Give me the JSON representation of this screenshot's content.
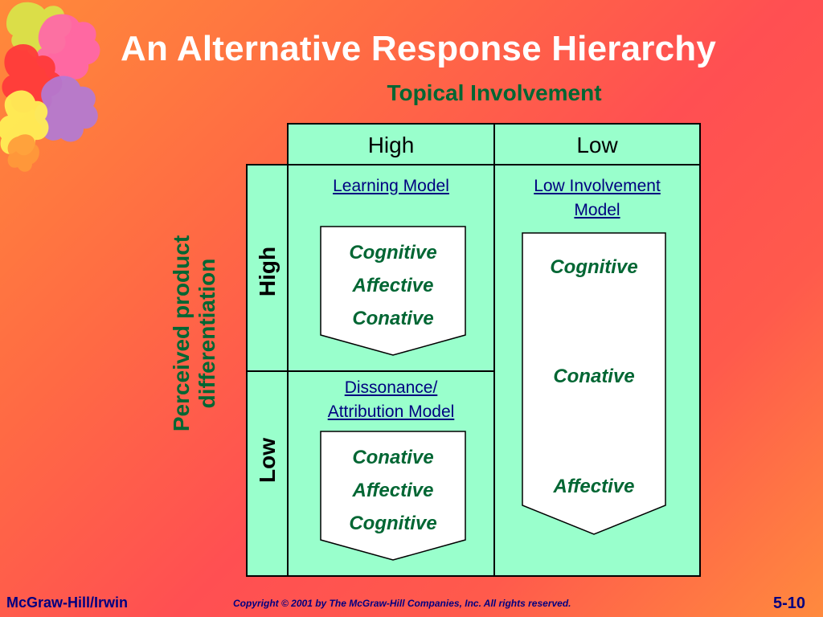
{
  "slide": {
    "title": "An Alternative Response Hierarchy",
    "subtitle": "Topical Involvement"
  },
  "axes": {
    "columns": [
      "High",
      "Low"
    ],
    "rows": [
      "High",
      "Low"
    ],
    "row_axis_label": [
      "Perceived product",
      "differentiation"
    ]
  },
  "models": {
    "learning": {
      "title": [
        "Learning Model"
      ],
      "stages": [
        "Cognitive",
        "Affective",
        "Conative"
      ]
    },
    "low_involvement": {
      "title": [
        "Low Involvement",
        "Model"
      ],
      "stages": [
        "Cognitive",
        "Conative",
        "Affective"
      ]
    },
    "dissonance": {
      "title": [
        "Dissonance/",
        "Attribution Model"
      ],
      "stages": [
        "Conative",
        "Affective",
        "Cognitive"
      ]
    }
  },
  "footer": {
    "publisher": "McGraw-Hill/Irwin",
    "copyright": "Copyright © 2001 by The McGraw-Hill Companies, Inc.  All rights reserved.",
    "page": "5-10"
  },
  "colors": {
    "cell_fill": "#99ffcc",
    "title_text": "#ffffff",
    "subtitle_text": "#006633",
    "model_title_text": "#000080",
    "stage_text": "#006633",
    "footer_text": "#000080"
  },
  "icons": {
    "logo": "puzzle-pieces-icon"
  }
}
